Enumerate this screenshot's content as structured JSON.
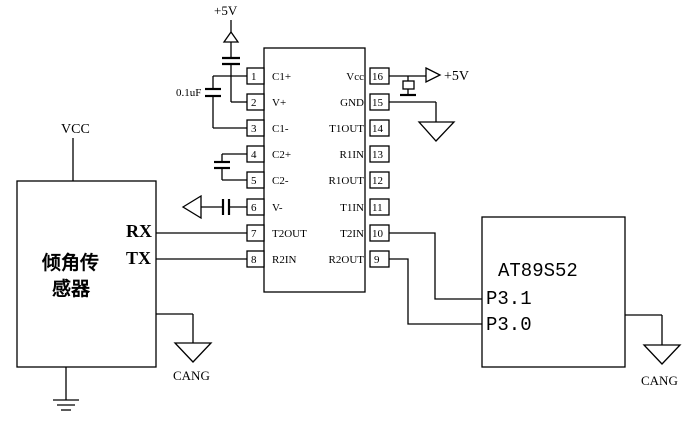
{
  "chip": {
    "left_pins": [
      {
        "num": "1",
        "label": "C1+"
      },
      {
        "num": "2",
        "label": "V+"
      },
      {
        "num": "3",
        "label": "C1-"
      },
      {
        "num": "4",
        "label": "C2+"
      },
      {
        "num": "5",
        "label": "C2-"
      },
      {
        "num": "6",
        "label": "V-"
      },
      {
        "num": "7",
        "label": "T2OUT"
      },
      {
        "num": "8",
        "label": "R2IN"
      }
    ],
    "right_pins": [
      {
        "num": "16",
        "label": "Vcc"
      },
      {
        "num": "15",
        "label": "GND"
      },
      {
        "num": "14",
        "label": "T1OUT"
      },
      {
        "num": "13",
        "label": "R1IN"
      },
      {
        "num": "12",
        "label": "R1OUT"
      },
      {
        "num": "11",
        "label": "T1IN"
      },
      {
        "num": "10",
        "label": "T2IN"
      },
      {
        "num": "9",
        "label": "R2OUT"
      }
    ]
  },
  "power": {
    "top": "+5V",
    "right": "+5V",
    "cap": "0.1uF"
  },
  "sensor": {
    "vcc": "VCC",
    "line1": "倾角传",
    "line2": "感器",
    "rx": "RX",
    "tx": "TX",
    "gnd": "CANG"
  },
  "mcu": {
    "name": "AT89S52",
    "p31": "P3.1",
    "p30": "P3.0",
    "gnd": "CANG"
  }
}
